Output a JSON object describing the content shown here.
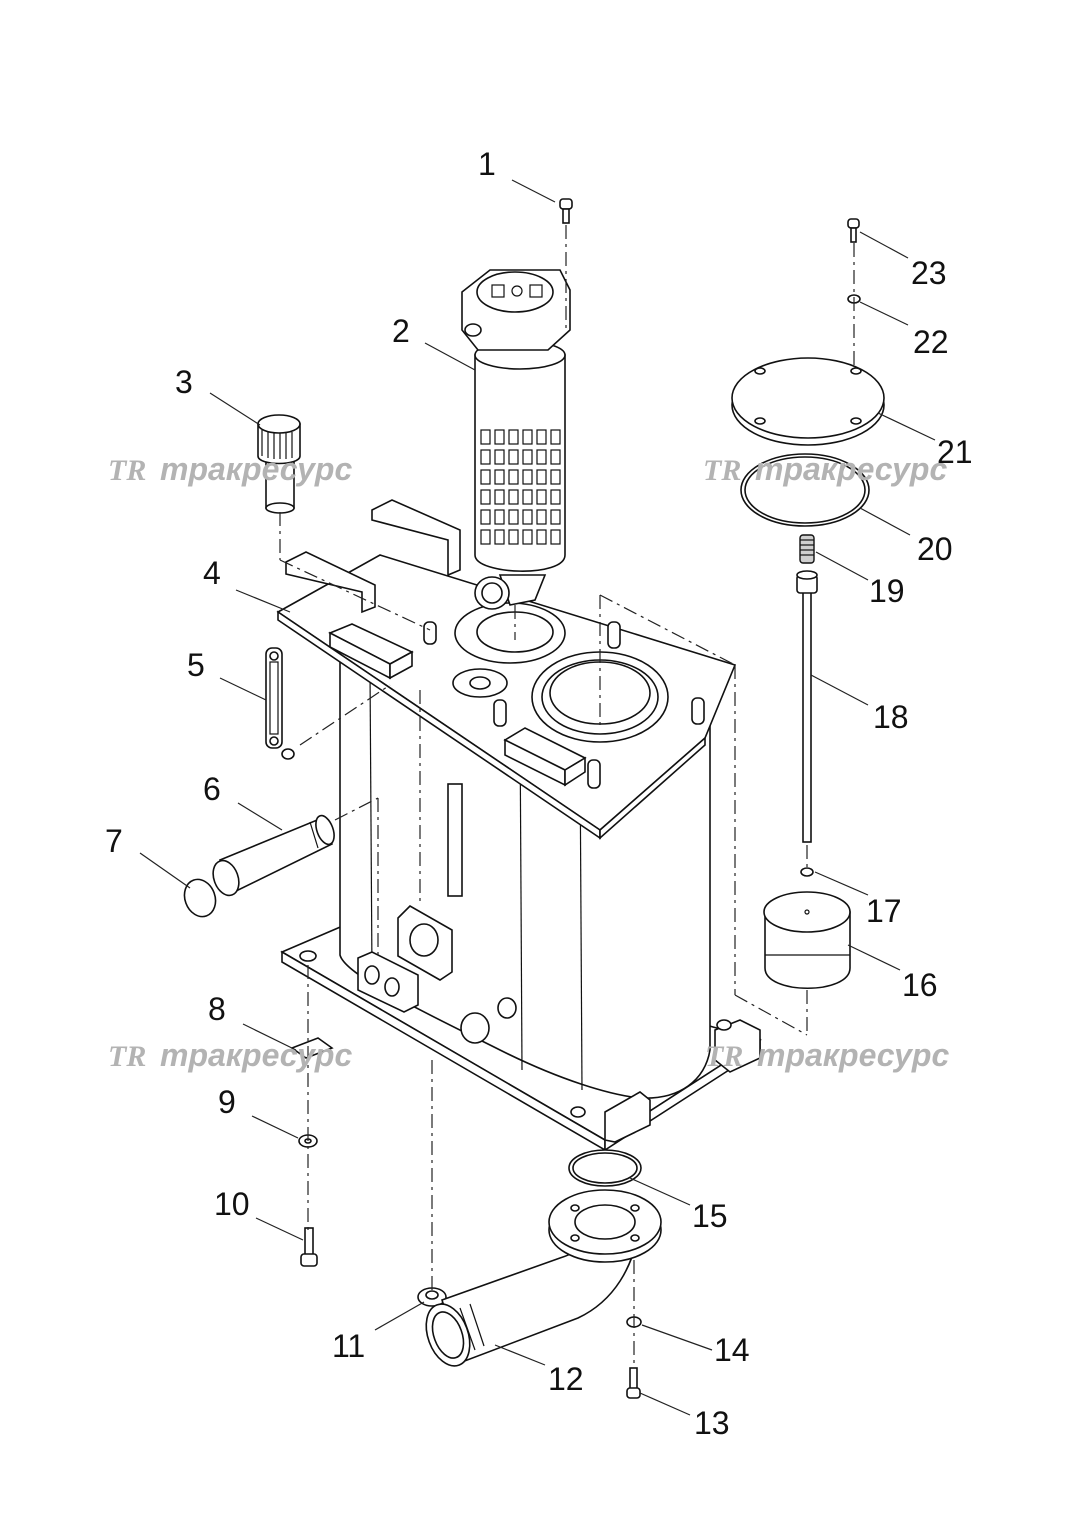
{
  "diagram": {
    "callouts": [
      "1",
      "2",
      "3",
      "4",
      "5",
      "6",
      "7",
      "8",
      "9",
      "10",
      "11",
      "12",
      "13",
      "14",
      "15",
      "16",
      "17",
      "18",
      "19",
      "20",
      "21",
      "22",
      "23"
    ],
    "watermark": {
      "text": "тракресурс",
      "logo": "TR"
    }
  }
}
